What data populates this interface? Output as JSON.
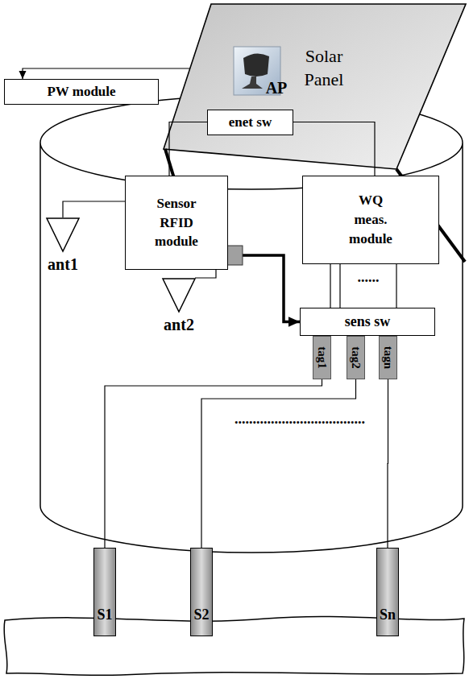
{
  "diagram": {
    "nodes": [
      {
        "text": [
          "Solar Panel"
        ]
      },
      {
        "text": [
          "PW module"
        ]
      },
      {
        "text": [
          "enet sw"
        ]
      },
      {
        "text": [
          "Sensor RFID module"
        ]
      },
      {
        "text": [
          "WQ meas. module"
        ]
      },
      {
        "text": [
          "ant1"
        ]
      },
      {
        "text": [
          "ant2"
        ]
      },
      {
        "text": [
          "sens sw"
        ]
      },
      {
        "text": [
          "tag1"
        ]
      },
      {
        "text": [
          "tag2"
        ]
      },
      {
        "text": [
          "tagn"
        ]
      },
      {
        "text": [
          "S1"
        ]
      },
      {
        "text": [
          "S2"
        ]
      },
      {
        "text": [
          "Sn"
        ]
      }
    ],
    "edges": [
      {
        "from": 0,
        "to": 1,
        "arrow": "to"
      },
      {
        "from": 2,
        "to": 3,
        "arrow": "none"
      },
      {
        "from": 2,
        "to": 4,
        "arrow": "none"
      },
      {
        "from": 3,
        "to": 5,
        "arrow": "none"
      },
      {
        "from": 3,
        "to": 6,
        "arrow": "none"
      },
      {
        "from": 3,
        "to": 7,
        "arrow": "to"
      },
      {
        "from": 4,
        "to": 7,
        "arrow": "none"
      },
      {
        "from": 4,
        "to": 7,
        "arrow": "none"
      },
      {
        "from": 4,
        "to": 7,
        "arrow": "none"
      },
      {
        "from": 8,
        "to": 11,
        "arrow": "none"
      },
      {
        "from": 9,
        "to": 12,
        "arrow": "none"
      },
      {
        "from": 10,
        "to": 13,
        "arrow": "none"
      }
    ],
    "labels": [
      "AP",
      "......",
      "...................................."
    ]
  }
}
